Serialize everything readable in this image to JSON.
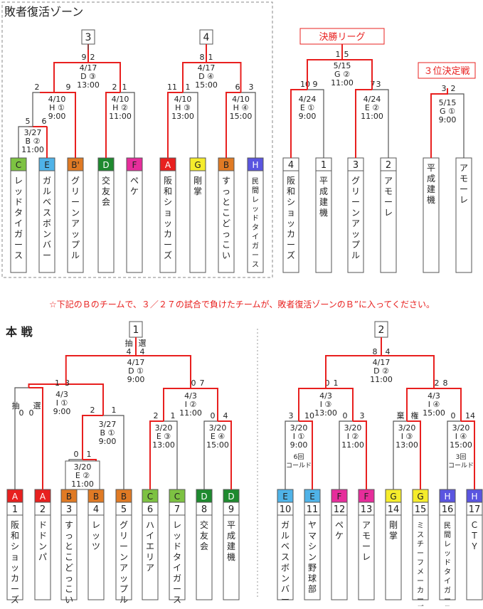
{
  "sections": {
    "losers_zone_title": "敗者復活ゾーン",
    "finals_league_label": "決勝リーグ",
    "third_place_label": "３位決定戦",
    "main_title": "本 戦",
    "note": "☆下記のＢのチームで、３／２７の試合で負けたチームが、敗者復活ゾーンのＢ”に入ってください。"
  },
  "colors": {
    "win_line": "#e8201f",
    "line": "#555555",
    "note_text": "#e8201f",
    "A": "#e8201f",
    "B": "#e07a24",
    "C": "#7dc242",
    "D": "#1e8a2f",
    "E": "#4fb3e8",
    "F": "#e62d9b",
    "G": "#f5ec2c",
    "H": "#5a55e0"
  },
  "losers": {
    "teams": [
      {
        "code": "C",
        "name": "レッドタイガース"
      },
      {
        "code": "E",
        "name": "ガルベスボンバー"
      },
      {
        "code": "B'",
        "name": "グリーンアップル"
      },
      {
        "code": "D",
        "name": "交友会"
      },
      {
        "code": "F",
        "name": "ペケ"
      },
      {
        "code": "A",
        "name": "阪和ショッカーズ"
      },
      {
        "code": "G",
        "name": "剛掌"
      },
      {
        "code": "B",
        "name": "すっとこどっこい"
      },
      {
        "code": "H",
        "name": "民間レッドタイガース"
      }
    ],
    "bracket_numbers": [
      "3",
      "4"
    ],
    "matches": [
      {
        "date": "3/27",
        "place": "B ②",
        "time": "11:00",
        "score_l": "5",
        "score_r": "6"
      },
      {
        "date": "4/10",
        "place": "H ①",
        "time": "9:00",
        "score_l": "2",
        "score_r": "9"
      },
      {
        "date": "4/10",
        "place": "H ②",
        "time": "11:00",
        "score_l": "2",
        "score_r": "1"
      },
      {
        "date": "4/17",
        "place": "D ③",
        "time": "13:00",
        "score_l": "9",
        "score_r": "2"
      },
      {
        "date": "4/10",
        "place": "H ③",
        "time": "13:00",
        "score_l": "11",
        "score_r": "1"
      },
      {
        "date": "4/10",
        "place": "H ④",
        "time": "15:00",
        "score_l": "6",
        "score_r": "3"
      },
      {
        "date": "4/17",
        "place": "D ④",
        "time": "15:00",
        "score_l": "8",
        "score_r": "1"
      }
    ]
  },
  "finals": {
    "teams": [
      {
        "num": "4",
        "name": "阪和ショッカーズ"
      },
      {
        "num": "1",
        "name": "平成建機"
      },
      {
        "num": "3",
        "name": "グリーンアップル"
      },
      {
        "num": "2",
        "name": "アモーレ"
      }
    ],
    "matches": [
      {
        "date": "4/24",
        "place": "E ①",
        "time": "9:00",
        "score_l": "10",
        "score_r": "9"
      },
      {
        "date": "4/24",
        "place": "E ②",
        "time": "11:00",
        "score_l": "7",
        "score_r": "3"
      },
      {
        "date": "5/15",
        "place": "G ②",
        "time": "11:00",
        "score_l": "1",
        "score_r": "5"
      }
    ]
  },
  "third_place": {
    "teams": [
      {
        "name": "平成建機"
      },
      {
        "name": "アモーレ"
      }
    ],
    "match": {
      "date": "5/15",
      "place": "G ①",
      "time": "9:00",
      "score_l": "3",
      "score_r": "2"
    }
  },
  "main": {
    "bracket_numbers": [
      "1",
      "2"
    ],
    "teams": [
      {
        "code": "A",
        "num": "1",
        "name": "阪和ショッカーズ"
      },
      {
        "code": "A",
        "num": "2",
        "name": "ドドンパ"
      },
      {
        "code": "B",
        "num": "3",
        "name": "すっとこどっこい"
      },
      {
        "code": "B",
        "num": "4",
        "name": "レッツ"
      },
      {
        "code": "B",
        "num": "5",
        "name": "グリーンアップル"
      },
      {
        "code": "C",
        "num": "6",
        "name": "ハイエリア"
      },
      {
        "code": "C",
        "num": "7",
        "name": "レッドタイガース"
      },
      {
        "code": "D",
        "num": "8",
        "name": "交友会"
      },
      {
        "code": "D",
        "num": "9",
        "name": "平成建機"
      },
      {
        "code": "E",
        "num": "10",
        "name": "ガルベスボンバー"
      },
      {
        "code": "E",
        "num": "11",
        "name": "ヤマシン野球部"
      },
      {
        "code": "F",
        "num": "12",
        "name": "ペケ"
      },
      {
        "code": "F",
        "num": "13",
        "name": "アモーレ"
      },
      {
        "code": "G",
        "num": "14",
        "name": "剛掌"
      },
      {
        "code": "G",
        "num": "15",
        "name": "ミスチーフメーカーズ"
      },
      {
        "code": "H",
        "num": "16",
        "name": "民間レッドタイガース"
      },
      {
        "code": "H",
        "num": "17",
        "name": "ＣＴＹ"
      }
    ],
    "matches": [
      {
        "date": "3/20",
        "place": "E ②",
        "time": "11:00",
        "score_l": "0",
        "score_r": "1"
      },
      {
        "date": "3/27",
        "place": "B ①",
        "time": "9:00",
        "score_l": "2",
        "score_r": "1"
      },
      {
        "date": "4/3",
        "place": "I ①",
        "time": "9:00",
        "score_l": "0",
        "score_r": "0"
      },
      {
        "date": "4/3",
        "place": "",
        "time": "",
        "score_l": "1",
        "score_r": "3"
      },
      {
        "date": "3/20",
        "place": "E ③",
        "time": "13:00",
        "score_l": "2",
        "score_r": "1"
      },
      {
        "date": "3/20",
        "place": "E ④",
        "time": "15:00",
        "score_l": "0",
        "score_r": "4"
      },
      {
        "date": "4/3",
        "place": "I ②",
        "time": "11:00",
        "score_l": "0",
        "score_r": "7"
      },
      {
        "date": "4/17",
        "place": "D ①",
        "time": "9:00",
        "score_l": "4",
        "score_r": "4"
      },
      {
        "date": "3/20",
        "place": "I ①",
        "time": "9:00",
        "score_l": "3",
        "score_r": "10",
        "note": "6回\nコールド"
      },
      {
        "date": "3/20",
        "place": "I ②",
        "time": "11:00",
        "score_l": "0",
        "score_r": "3"
      },
      {
        "date": "4/3",
        "place": "I ③",
        "time": "13:00",
        "score_l": "0",
        "score_r": "1"
      },
      {
        "date": "3/20",
        "place": "I ③",
        "time": "13:00",
        "score_l": "",
        "score_r": ""
      },
      {
        "date": "3/20",
        "place": "I ④",
        "time": "15:00",
        "score_l": "0",
        "score_r": "14",
        "note": "3回\nコールド"
      },
      {
        "date": "4/3",
        "place": "I ④",
        "time": "15:00",
        "score_l": "2",
        "score_r": "8"
      },
      {
        "date": "4/17",
        "place": "D ②",
        "time": "11:00",
        "score_l": "8",
        "score_r": "4"
      }
    ],
    "extra_labels": [
      "抽",
      "選",
      "棄",
      "権"
    ]
  }
}
